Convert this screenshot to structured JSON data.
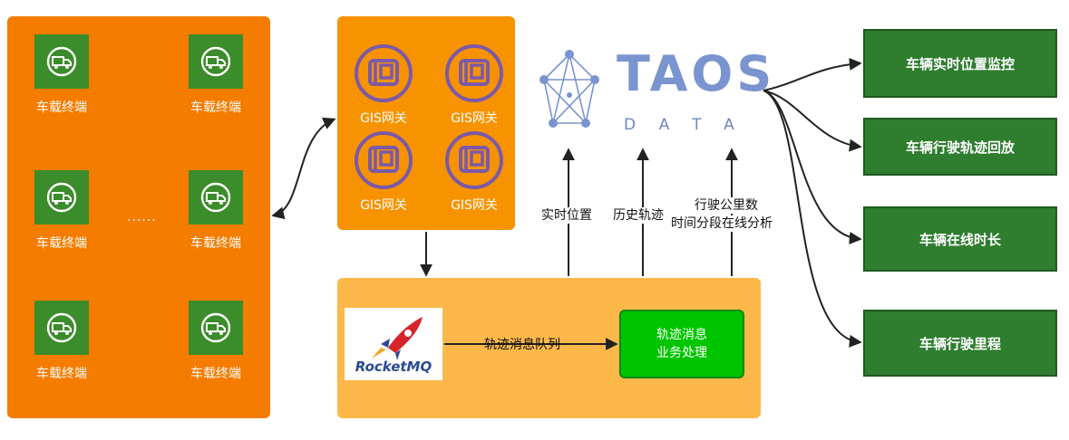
{
  "terminals": {
    "label": "车载终端",
    "ellipsis": "......"
  },
  "gis": {
    "label": "GIS网关"
  },
  "taos": {
    "name": "TAOS",
    "sub": "DATA"
  },
  "rocketmq": {
    "name": "RocketMQ"
  },
  "queue": {
    "label": "轨迹消息队列"
  },
  "processor": {
    "line1": "轨迹消息",
    "line2": "业务处理"
  },
  "flows": {
    "realtime": "实时位置",
    "history": "历史轨迹",
    "mileage_line1": "行驶公里数",
    "mileage_line2": "时间分段在线分析"
  },
  "outputs": [
    {
      "label": "车辆实时位置监控"
    },
    {
      "label": "车辆行驶轨迹回放"
    },
    {
      "label": "车辆在线时长"
    },
    {
      "label": "车辆行驶里程"
    }
  ],
  "colors": {
    "terminal_panel": "#f47c00",
    "gis_panel": "#f79300",
    "mq_panel": "#fdb84a",
    "terminal_tile": "#3b8c2a",
    "processor": "#00c400",
    "output_box": "#2f7d2f",
    "gateway_icon": "#7b59a8",
    "taos_blue": "#7a94cf"
  },
  "icons": {
    "terminal": "truck-in-circle-icon",
    "gateway": "gateway-chip-icon",
    "taos_logo": "network-star-icon",
    "rocketmq_logo": "rocket-icon"
  }
}
